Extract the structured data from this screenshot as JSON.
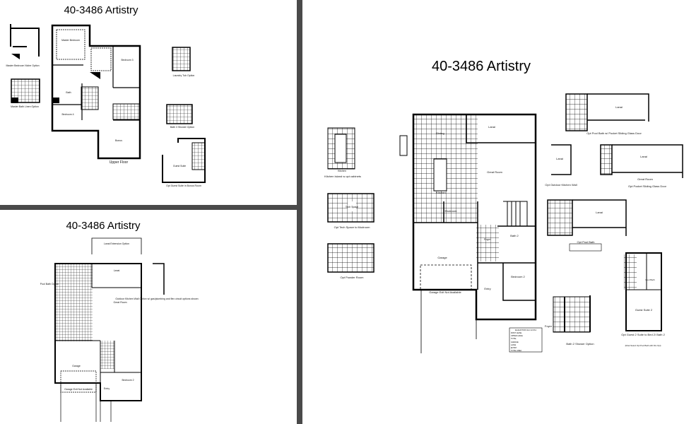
{
  "panels": {
    "upper": {
      "title": "40-3486 Artistry",
      "floor_label": "Upper Floor",
      "rooms": [
        "Master Bedroom",
        "Bedroom 3",
        "Bedroom 4",
        "Bath",
        "Bonus"
      ],
      "options": [
        "Master Bedroom Niche Option",
        "Master Bath Linen Option",
        "Laundry Tub Option",
        "Bath 3 Shower Option",
        "Opt Guest Suite in Bonus Room"
      ],
      "option_rooms": [
        "Guest Suite"
      ]
    },
    "first_small": {
      "title": "40-3486 Artistry",
      "rooms": [
        "Lanai Extension Option",
        "Lanai",
        "Great Room",
        "Garage",
        "Entry",
        "Bedroom 2"
      ],
      "notes": [
        "Garage Exit Not Available",
        "Pool Bath Option",
        "Outdoor Kitchen Wall Option w/ gas/plumbing and flex circuit options shown"
      ]
    },
    "first_main": {
      "title": "40-3486 Artistry",
      "rooms": [
        "Dining",
        "Lanai",
        "Great Room",
        "Kitchen",
        "Mudroom",
        "Foyer",
        "Garage",
        "Entry",
        "Bedroom 2",
        "Bath 2"
      ],
      "garage_note": "Garage Exit Not Available",
      "left_options": [
        "Kitchen Island w opt cabinets",
        "Opt Tech Space to Mudroom",
        "Opt Powder Room"
      ],
      "left_option_rooms": [
        "Kitchen",
        "Tech Space"
      ],
      "right_options": [
        "Opt Pool Bath w/ Pocket Sliding Glass Door",
        "Opt Outdoor Kitchen Wall",
        "Opt Pocket Sliding Glass Door",
        "Opt Pool Bath",
        "Bath 2 Shower Option",
        "Opt Guest 2 Suite to Bed 2/ Bath 2"
      ],
      "right_option_rooms": [
        "Lanai",
        "Lanai",
        "Lanai",
        "Great Room",
        "Lanai",
        "Guest Suite 2",
        "Foyer",
        "Pool Bath"
      ],
      "guest_note": "(Must Select Opt Pool Bath with this Opt)",
      "elevation_table_title": "ELEVATION E1 & PA1",
      "area_rows": [
        "FIRST LEVEL",
        "UPPER LEVEL",
        "TOTAL",
        "GARAGE",
        "LANAI",
        "ENTRY",
        "TOTAL AREA"
      ]
    }
  },
  "colors": {
    "divider": "#4a4a4a",
    "wall": "#000000",
    "background": "#ffffff"
  }
}
